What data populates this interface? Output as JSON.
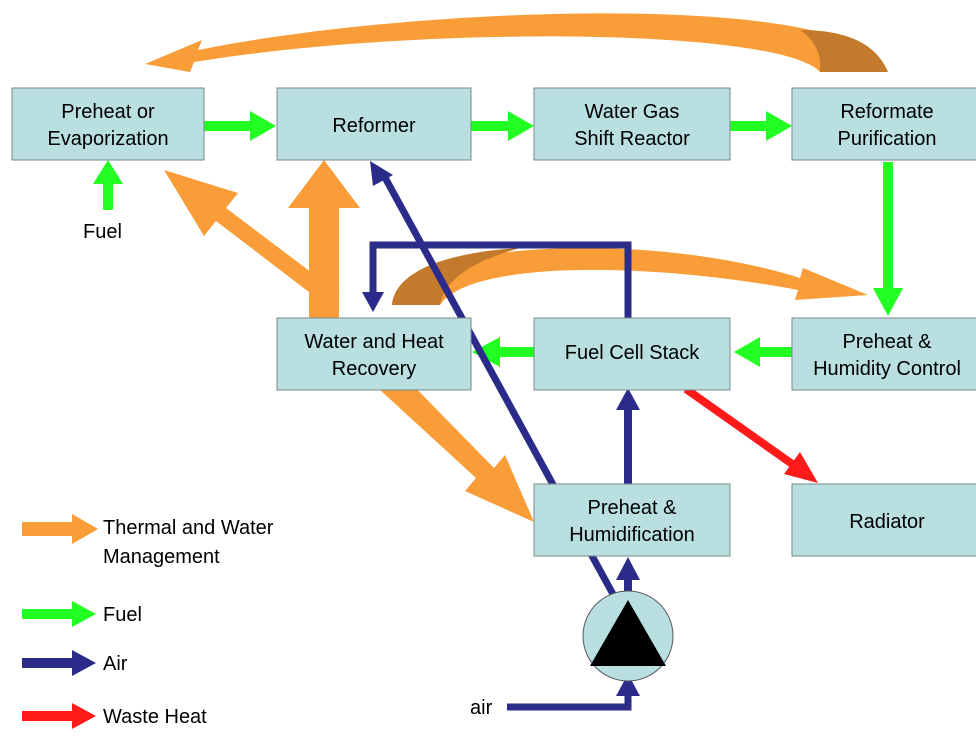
{
  "colors": {
    "box_fill": "#b9dfe0",
    "thermal": "#f99d38",
    "thermal_dark": "#c47a2c",
    "fuel": "#22ff22",
    "air": "#2b2b8a",
    "waste_heat": "#ff1a1a"
  },
  "nodes": {
    "preheat_evap": {
      "line1": "Preheat or",
      "line2": "Evaporization"
    },
    "reformer": {
      "line1": "Reformer"
    },
    "wgs": {
      "line1": "Water Gas",
      "line2": "Shift Reactor"
    },
    "purification": {
      "line1": "Reformate",
      "line2": "Purification"
    },
    "water_heat": {
      "line1": "Water and Heat",
      "line2": "Recovery"
    },
    "stack": {
      "line1": "Fuel Cell Stack"
    },
    "humidity": {
      "line1": "Preheat &",
      "line2": "Humidity Control"
    },
    "humidification": {
      "line1": "Preheat &",
      "line2": "Humidification"
    },
    "radiator": {
      "line1": "Radiator"
    }
  },
  "inputs": {
    "fuel": "Fuel",
    "air": "air"
  },
  "legend": {
    "thermal_line1": "Thermal and Water",
    "thermal_line2": "Management",
    "fuel": "Fuel",
    "air": "Air",
    "waste_heat": "Waste Heat"
  }
}
